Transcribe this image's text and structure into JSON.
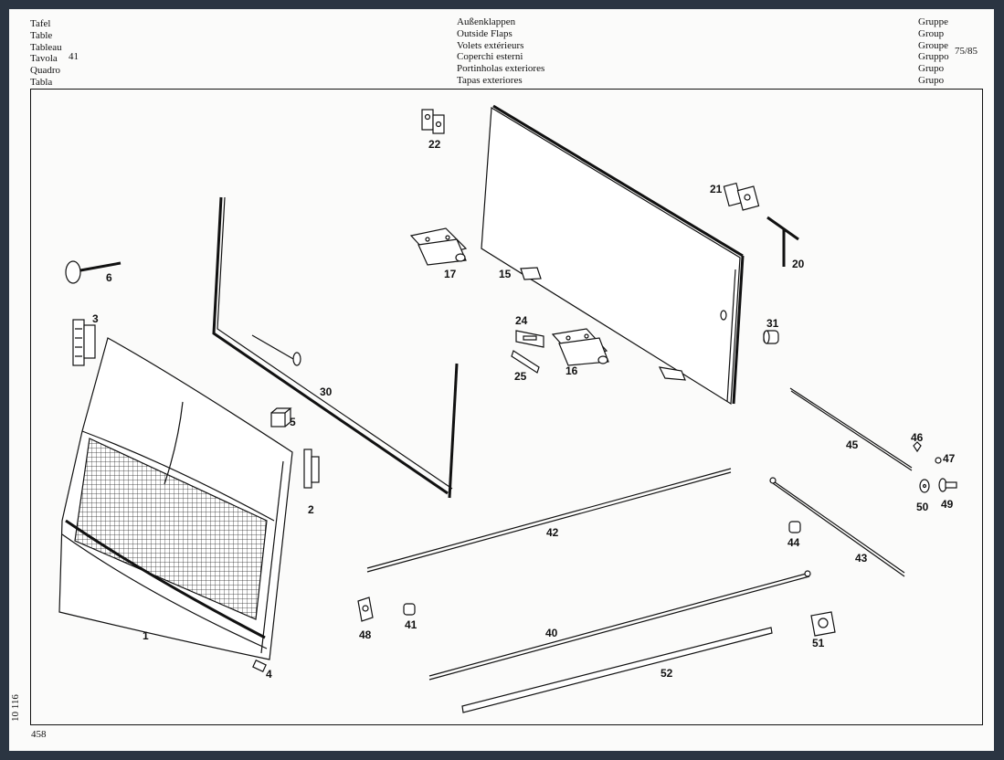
{
  "header": {
    "left": [
      "Tafel",
      "Table",
      "Tableau",
      "Tavola",
      "Quadro",
      "Tabla"
    ],
    "plate_number": "41",
    "center": [
      "Außenklappen",
      "Outside Flaps",
      "Volets extérieurs",
      "Coperchi esterni",
      "Portinholas exteriores",
      "Tapas exteriores"
    ],
    "right": [
      "Gruppe",
      "Group",
      "Groupe",
      "Gruppo",
      "Grupo",
      "Grupo"
    ],
    "group_number": "75/85"
  },
  "footer": {
    "side_code": "10 116",
    "page_number": "458"
  },
  "callouts": {
    "c1": "1",
    "c2": "2",
    "c3": "3",
    "c4": "4",
    "c5": "5",
    "c6": "6",
    "c15": "15",
    "c16": "16",
    "c17": "17",
    "c20": "20",
    "c21": "21",
    "c22": "22",
    "c24": "24",
    "c25": "25",
    "c30": "30",
    "c31": "31",
    "c40": "40",
    "c41": "41",
    "c42": "42",
    "c43": "43",
    "c44": "44",
    "c45": "45",
    "c46": "46",
    "c47": "47",
    "c48": "48",
    "c49": "49",
    "c50": "50",
    "c51": "51",
    "c52": "52"
  }
}
